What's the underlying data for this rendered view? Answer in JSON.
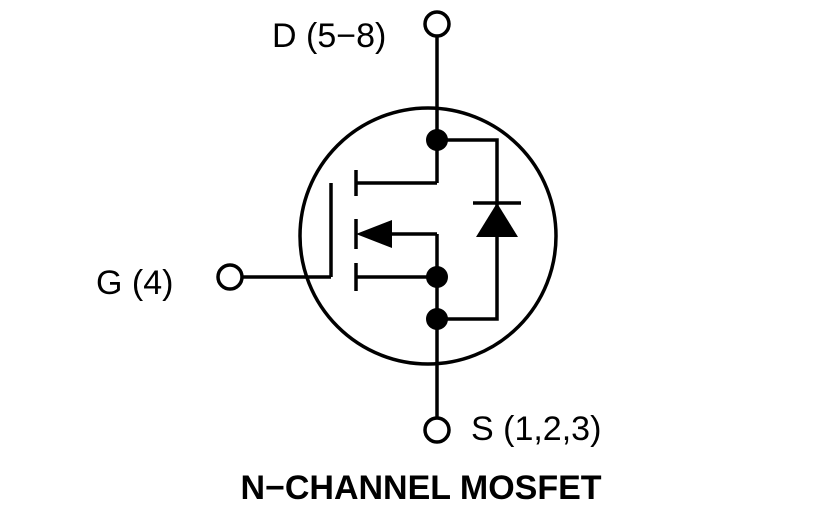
{
  "diagram": {
    "title": "N−CHANNEL MOSFET",
    "pins": {
      "drain": "D (5−8)",
      "gate": "G (4)",
      "source": "S (1,2,3)"
    },
    "colors": {
      "ink": "#000000",
      "background": "#ffffff"
    }
  }
}
